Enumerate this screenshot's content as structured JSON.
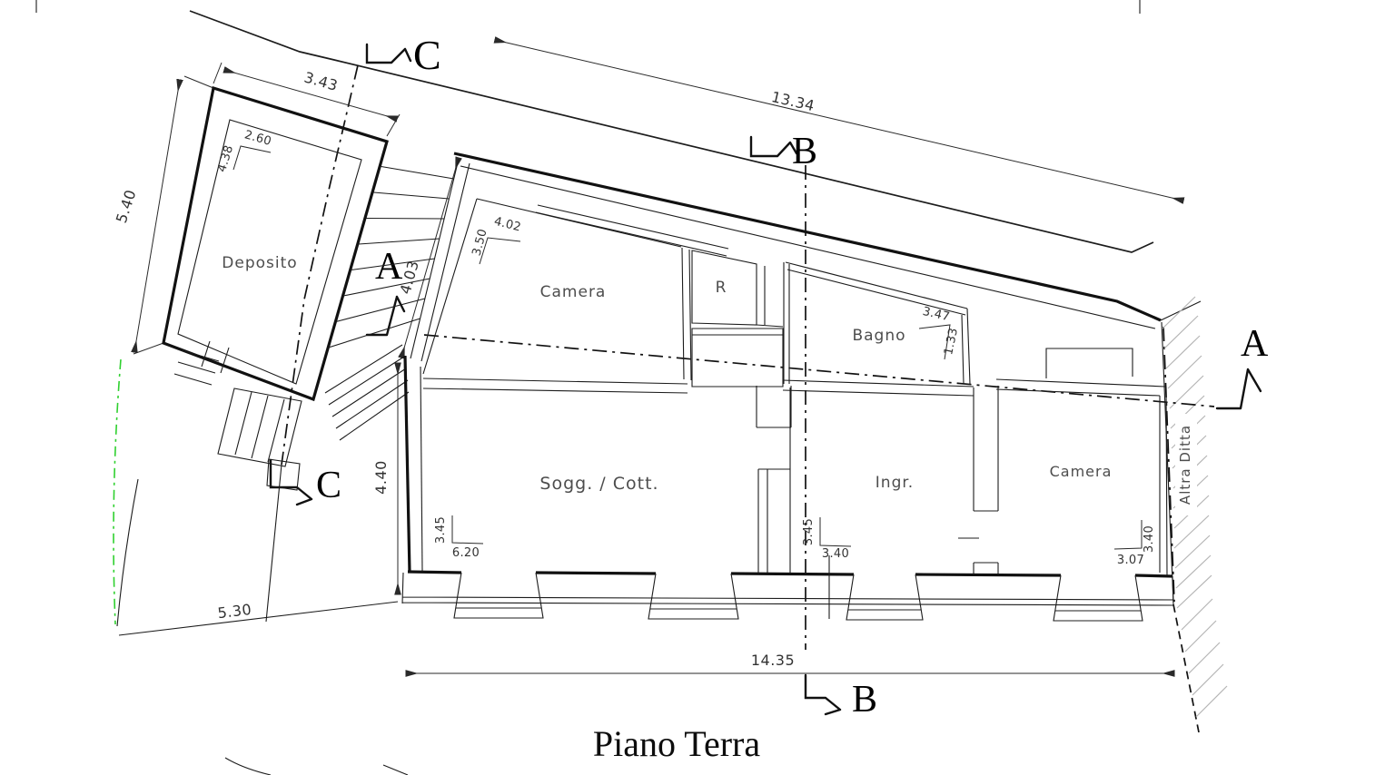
{
  "drawing": {
    "title": "Piano Terra",
    "rooms": {
      "deposito": "Deposito",
      "camera_upper": "Camera",
      "ripostiglio": "R",
      "bagno": "Bagno",
      "soggiorno_cottura": "Sogg. / Cott.",
      "ingresso": "Ingr.",
      "camera_lower": "Camera",
      "altra_ditta": "Altra Ditta"
    },
    "site_dimensions": {
      "deposito_front": "3.43",
      "north_boundary": "13.34",
      "deposito_side": "5.40",
      "stair_run": "4.03",
      "west_facade": "4.40",
      "south_boundary_left": "5.30",
      "south_facade": "14.35"
    },
    "room_dimensions": {
      "deposito": {
        "depth": "4.38",
        "width": "2.60"
      },
      "camera_upper": {
        "depth": "3.50",
        "width": "4.02"
      },
      "bagno": {
        "width": "3.47",
        "depth": "1.33"
      },
      "soggiorno_cottura": {
        "depth": "3.45",
        "width": "6.20"
      },
      "ingresso": {
        "depth": "3.45",
        "width": "3.40"
      },
      "camera_lower": {
        "depth": "3.40",
        "width": "3.07"
      }
    },
    "section_labels": {
      "a": "A",
      "b": "B",
      "c": "C"
    },
    "colors": {
      "ink": "#1c1c1c",
      "label_gray": "#4d4d4d",
      "hatch_gray": "#b5b5b5",
      "boundary_green": "#2fd02f"
    }
  }
}
